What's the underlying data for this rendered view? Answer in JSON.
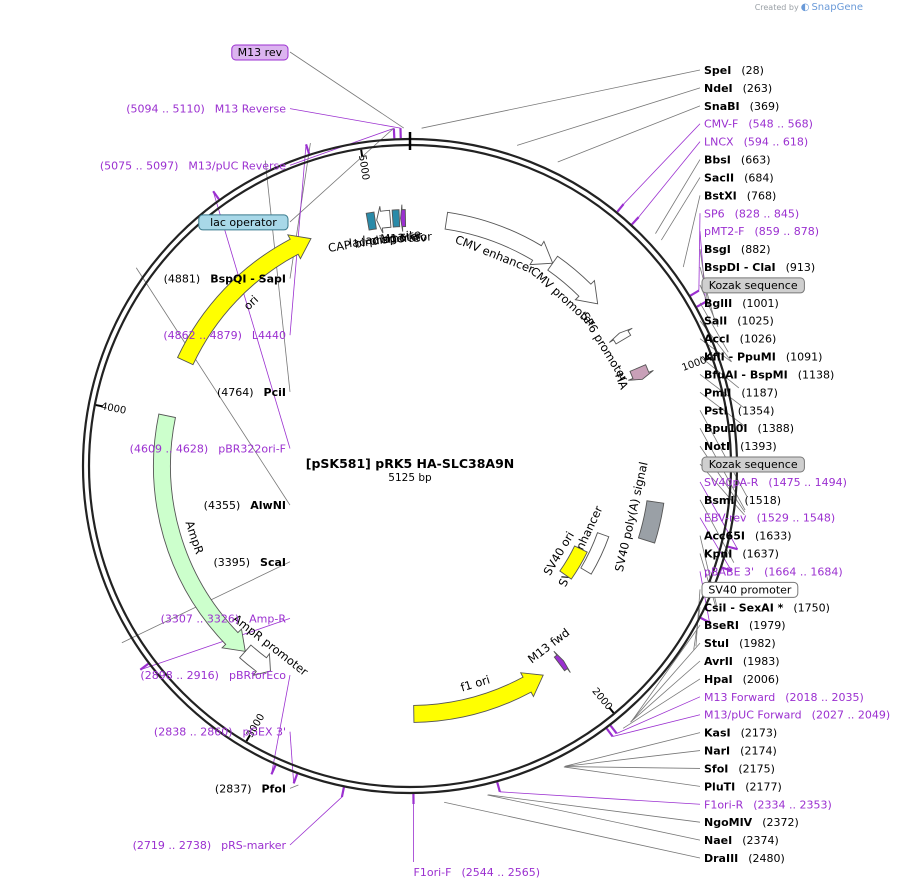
{
  "credit": {
    "prefix": "Created by",
    "brand": "SnapGene"
  },
  "plasmid": {
    "name": "[pSK581] pRK5 HA-SLC38A9N",
    "length_label": "5125 bp",
    "length": 5125
  },
  "ticks": [
    {
      "pos": 1000,
      "label": "1000"
    },
    {
      "pos": 2000,
      "label": "2000"
    },
    {
      "pos": 3000,
      "label": "3000"
    },
    {
      "pos": 4000,
      "label": "4000"
    },
    {
      "pos": 5000,
      "label": "5000"
    }
  ],
  "sites": [
    {
      "name": "SpeI",
      "coord": "(28)",
      "pos": 28,
      "side": "R"
    },
    {
      "name": "NdeI",
      "coord": "(263)",
      "pos": 263,
      "side": "R"
    },
    {
      "name": "SnaBI",
      "coord": "(369)",
      "pos": 369,
      "side": "R"
    },
    {
      "name": "BbsI",
      "coord": "(663)",
      "pos": 663,
      "side": "R"
    },
    {
      "name": "SacII",
      "coord": "(684)",
      "pos": 684,
      "side": "R"
    },
    {
      "name": "BstXI",
      "coord": "(768)",
      "pos": 768,
      "side": "R"
    },
    {
      "name": "BsgI",
      "coord": "(882)",
      "pos": 882,
      "side": "R"
    },
    {
      "name": "BspDI  - ClaI",
      "coord": "(913)",
      "pos": 913,
      "side": "R"
    },
    {
      "name": "BglII",
      "coord": "(1001)",
      "pos": 1001,
      "side": "R"
    },
    {
      "name": "SalI",
      "coord": "(1025)",
      "pos": 1025,
      "side": "R"
    },
    {
      "name": "AccI",
      "coord": "(1026)",
      "pos": 1026,
      "side": "R"
    },
    {
      "name": "KflI  - PpuMI",
      "coord": "(1091)",
      "pos": 1091,
      "side": "R"
    },
    {
      "name": "BfuAI  - BspMI",
      "coord": "(1138)",
      "pos": 1138,
      "side": "R"
    },
    {
      "name": "PmlI",
      "coord": "(1187)",
      "pos": 1187,
      "side": "R"
    },
    {
      "name": "PstI",
      "coord": "(1354)",
      "pos": 1354,
      "side": "R"
    },
    {
      "name": "Bpu10I",
      "coord": "(1388)",
      "pos": 1388,
      "side": "R"
    },
    {
      "name": "NotI",
      "coord": "(1393)",
      "pos": 1393,
      "side": "R"
    },
    {
      "name": "BsmI",
      "coord": "(1518)",
      "pos": 1518,
      "side": "R"
    },
    {
      "name": "Acc65I",
      "coord": "(1633)",
      "pos": 1633,
      "side": "R"
    },
    {
      "name": "KpnI",
      "coord": "(1637)",
      "pos": 1637,
      "side": "R"
    },
    {
      "name": "CsiI  - SexAI *",
      "coord": "(1750)",
      "pos": 1750,
      "side": "R"
    },
    {
      "name": "BseRI",
      "coord": "(1979)",
      "pos": 1979,
      "side": "R"
    },
    {
      "name": "StuI",
      "coord": "(1982)",
      "pos": 1982,
      "side": "R"
    },
    {
      "name": "AvrII",
      "coord": "(1983)",
      "pos": 1983,
      "side": "R"
    },
    {
      "name": "HpaI",
      "coord": "(2006)",
      "pos": 2006,
      "side": "R"
    },
    {
      "name": "KasI",
      "coord": "(2173)",
      "pos": 2173,
      "side": "R"
    },
    {
      "name": "NarI",
      "coord": "(2174)",
      "pos": 2174,
      "side": "R"
    },
    {
      "name": "SfoI",
      "coord": "(2175)",
      "pos": 2175,
      "side": "R"
    },
    {
      "name": "PluTI",
      "coord": "(2177)",
      "pos": 2177,
      "side": "R"
    },
    {
      "name": "NgoMIV",
      "coord": "(2372)",
      "pos": 2372,
      "side": "R"
    },
    {
      "name": "NaeI",
      "coord": "(2374)",
      "pos": 2374,
      "side": "R"
    },
    {
      "name": "DraIII",
      "coord": "(2480)",
      "pos": 2480,
      "side": "R"
    },
    {
      "name": "PfoI",
      "coord": "(2837)",
      "pos": 2837,
      "side": "L"
    },
    {
      "name": "ScaI",
      "coord": "(3395)",
      "pos": 3395,
      "side": "L"
    },
    {
      "name": "AlwNI",
      "coord": "(4355)",
      "pos": 4355,
      "side": "L"
    },
    {
      "name": "PciI",
      "coord": "(4764)",
      "pos": 4764,
      "side": "L"
    },
    {
      "name": "BspQI  - SapI",
      "coord": "(4881)",
      "pos": 4881,
      "side": "L"
    }
  ],
  "primers": [
    {
      "name": "CMV-F",
      "coord": "(548 .. 568)",
      "pos": 558,
      "side": "R"
    },
    {
      "name": "LNCX",
      "coord": "(594 .. 618)",
      "pos": 606,
      "side": "R"
    },
    {
      "name": "SP6",
      "coord": "(828 .. 845)",
      "pos": 836,
      "side": "R"
    },
    {
      "name": "pMT2-F",
      "coord": "(859 .. 878)",
      "pos": 868,
      "side": "R"
    },
    {
      "name": "SV40pA-R",
      "coord": "(1475 .. 1494)",
      "pos": 1484,
      "side": "R"
    },
    {
      "name": "EBV-rev",
      "coord": "(1529 .. 1548)",
      "pos": 1538,
      "side": "R"
    },
    {
      "name": "pBABE 3'",
      "coord": "(1664 .. 1684)",
      "pos": 1674,
      "side": "R"
    },
    {
      "name": "M13 Forward",
      "coord": "(2018 .. 2035)",
      "pos": 2026,
      "side": "R"
    },
    {
      "name": "M13/pUC Forward",
      "coord": "(2027 .. 2049)",
      "pos": 2038,
      "side": "R"
    },
    {
      "name": "F1ori-R",
      "coord": "(2334 .. 2353)",
      "pos": 2343,
      "side": "R"
    },
    {
      "name": "F1ori-F",
      "coord": "(2544 .. 2565)",
      "pos": 2554,
      "side": "C"
    },
    {
      "name": "pRS-marker",
      "coord": "(2719 .. 2738)",
      "pos": 2728,
      "side": "L"
    },
    {
      "name": "pGEX 3'",
      "coord": "(2838 .. 2860)",
      "pos": 2849,
      "side": "L"
    },
    {
      "name": "pBRforEco",
      "coord": "(2898 .. 2916)",
      "pos": 2907,
      "side": "L"
    },
    {
      "name": "Amp-R",
      "coord": "(3307 .. 3326)",
      "pos": 3316,
      "side": "L"
    },
    {
      "name": "pBR322ori-F",
      "coord": "(4609 .. 4628)",
      "pos": 4618,
      "side": "L"
    },
    {
      "name": "L4440",
      "coord": "(4862 .. 4879)",
      "pos": 4870,
      "side": "L"
    },
    {
      "name": "M13/pUC Reverse",
      "coord": "(5075 .. 5097)",
      "pos": 5086,
      "side": "L"
    },
    {
      "name": "M13 Reverse",
      "coord": "(5094 .. 5110)",
      "pos": 5102,
      "side": "L"
    }
  ],
  "boxed_labels": [
    {
      "name": "M13 rev",
      "pos": 5110,
      "fill": "#dcb4f0",
      "stroke": "#9b30d0"
    },
    {
      "name": "lac operator",
      "pos": 5085,
      "fill": "#a8d8e8",
      "stroke": "#3a7a8c"
    },
    {
      "name": "Kozak sequence",
      "pos": 935,
      "fill": "#cfcfcf",
      "stroke": "#777777"
    },
    {
      "name": "Kozak sequence",
      "pos": 1400,
      "fill": "#cfcfcf",
      "stroke": "#777777"
    },
    {
      "name": "SV40 promoter",
      "pos": 1740,
      "fill": "#ffffff",
      "stroke": "#777777"
    }
  ],
  "features": [
    {
      "name": "CMV enhancer",
      "start": 120,
      "end": 500,
      "ring": 1,
      "color": "#ffffff",
      "dir": 1
    },
    {
      "name": "CMV promoter",
      "start": 500,
      "end": 700,
      "ring": 1,
      "color": "#ffffff",
      "dir": 1
    },
    {
      "name": "SP6 promoter",
      "start": 820,
      "end": 845,
      "ring": 1,
      "color": "#ffffff",
      "dir": -1
    },
    {
      "name": "HA",
      "start": 950,
      "end": 990,
      "ring": 1,
      "color": "#c8a0b8",
      "dir": 1
    },
    {
      "name": "SV40 poly(A) signal",
      "start": 1400,
      "end": 1530,
      "ring": 1,
      "color": "#9aa0a6",
      "dir": 0
    },
    {
      "name": "M13 fwd",
      "start": 2018,
      "end": 2035,
      "ring": 1,
      "color": "#9b30d0",
      "dir": -1
    },
    {
      "name": "SV40 enhancer",
      "start": 1560,
      "end": 1720,
      "ring": 2,
      "color": "#ffffff",
      "dir": 0
    },
    {
      "name": "SV40 ori",
      "start": 1650,
      "end": 1780,
      "ring": 3,
      "color": "#ffff00",
      "dir": 0
    },
    {
      "name": "f1 ori",
      "start": 2100,
      "end": 2550,
      "ring": 1,
      "color": "#ffff00",
      "dir": -1
    },
    {
      "name": "AmpR promoter",
      "start": 3050,
      "end": 3155,
      "ring": 1,
      "color": "#ffffff",
      "dir": -1
    },
    {
      "name": "AmpR",
      "start": 3155,
      "end": 4010,
      "ring": 1,
      "color": "#ccffcc",
      "dir": -1
    },
    {
      "name": "ori",
      "start": 4200,
      "end": 4790,
      "ring": 1,
      "color": "#ffff00",
      "dir": 1
    },
    {
      "name": "CAP binding site",
      "start": 4985,
      "end": 5010,
      "ring": 1,
      "color": "#2a8aa8",
      "dir": 0
    },
    {
      "name": "lac promoter",
      "start": 5015,
      "end": 5060,
      "ring": 1,
      "color": "#ffffff",
      "dir": -1
    },
    {
      "name": "lac operator",
      "start": 5068,
      "end": 5090,
      "ring": 1,
      "color": "#2a8aa8",
      "dir": 0
    },
    {
      "name": "M13 rev",
      "start": 5094,
      "end": 5110,
      "ring": 1,
      "color": "#9b30d0",
      "dir": -1
    }
  ]
}
